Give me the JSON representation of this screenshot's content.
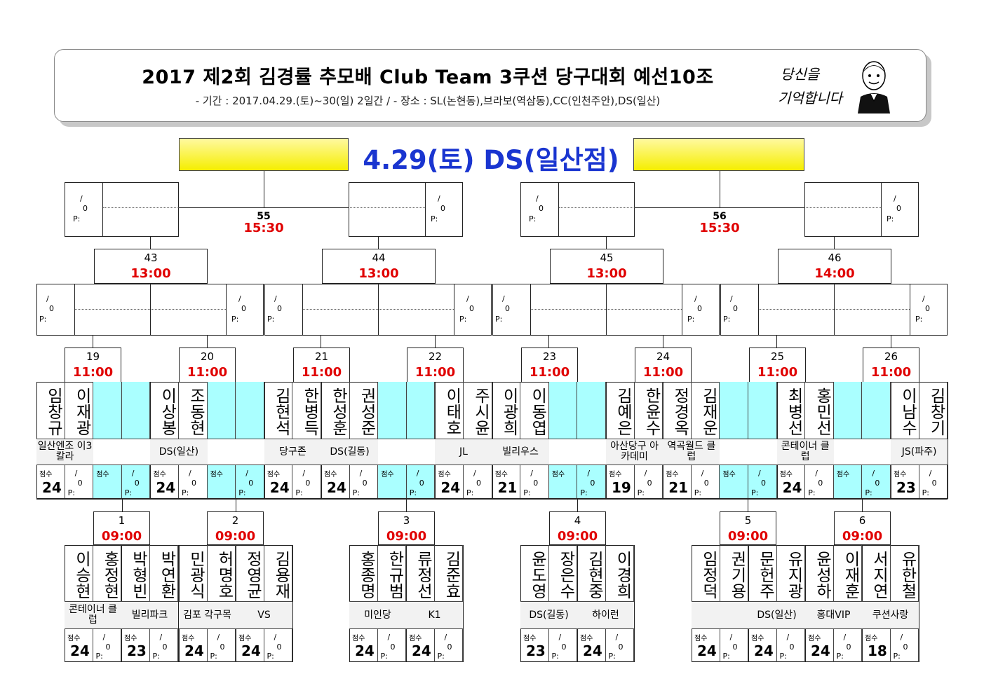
{
  "header": {
    "title": "2017 제2회 김경률 추모배 Club Team 3쿠션 당구대회 예선10조",
    "subtitle": "- 기간 : 2017.04.29.(토)~30(일) 2일간 / - 장소 : SL(논현동),브라보(역삼동),CC(인천주안),DS(일산)",
    "logo_lines": [
      "당신을",
      "기억합니다"
    ],
    "logo_icon": "portrait-caricature"
  },
  "banner": "4.29(토)  DS(일산점)",
  "labels": {
    "score": "점수",
    "slash": "/",
    "zero": "0",
    "p": "P:"
  },
  "colors": {
    "accent_red": "#e00000",
    "banner_blue": "#1a35d0",
    "cyan": "#aaffff",
    "yellow": "#f5ee00"
  },
  "round4": [
    {
      "num": "55",
      "time": "15:30"
    },
    {
      "num": "56",
      "time": "15:30"
    }
  ],
  "round3": [
    {
      "num": "43",
      "time": "13:00"
    },
    {
      "num": "44",
      "time": "13:00"
    },
    {
      "num": "45",
      "time": "13:00"
    },
    {
      "num": "46",
      "time": "14:00"
    }
  ],
  "round2": [
    {
      "num": "19",
      "time": "11:00"
    },
    {
      "num": "20",
      "time": "11:00"
    },
    {
      "num": "21",
      "time": "11:00"
    },
    {
      "num": "22",
      "time": "11:00"
    },
    {
      "num": "23",
      "time": "11:00"
    },
    {
      "num": "24",
      "time": "11:00"
    },
    {
      "num": "25",
      "time": "11:00"
    },
    {
      "num": "26",
      "time": "11:00"
    }
  ],
  "round2_teams": [
    {
      "names": [
        "임창규",
        "이재광"
      ],
      "club": "일산엔조 이3칼라",
      "score": "24",
      "cyan": false
    },
    {
      "names": [
        "",
        ""
      ],
      "club": "",
      "score": "",
      "cyan": true
    },
    {
      "names": [
        "이상봉",
        "조동현"
      ],
      "club": "DS(일산)",
      "score": "24",
      "cyan": false
    },
    {
      "names": [
        "",
        ""
      ],
      "club": "",
      "score": "",
      "cyan": true
    },
    {
      "names": [
        "김현석",
        "한병득"
      ],
      "club": "당구존",
      "score": "24",
      "cyan": false
    },
    {
      "names": [
        "한성훈",
        "권성준"
      ],
      "club": "DS(길동)",
      "score": "24",
      "cyan": false
    },
    {
      "names": [
        "",
        ""
      ],
      "club": "",
      "score": "",
      "cyan": true
    },
    {
      "names": [
        "이태호",
        "주시윤"
      ],
      "club": "JL",
      "score": "24",
      "cyan": false
    },
    {
      "names": [
        "이광희",
        "이동엽"
      ],
      "club": "빌리우스",
      "score": "21",
      "cyan": false
    },
    {
      "names": [
        "",
        ""
      ],
      "club": "",
      "score": "",
      "cyan": true
    },
    {
      "names": [
        "김예은",
        "한윤수"
      ],
      "club": "아산당구 아카데미",
      "score": "19",
      "cyan": false
    },
    {
      "names": [
        "정경옥",
        "김재운"
      ],
      "club": "역곡월드 클럽",
      "score": "21",
      "cyan": false
    },
    {
      "names": [
        "",
        ""
      ],
      "club": "",
      "score": "",
      "cyan": true
    },
    {
      "names": [
        "최병선",
        "홍민선"
      ],
      "club": "콘테이너 클럽",
      "score": "24",
      "cyan": false
    },
    {
      "names": [
        "",
        ""
      ],
      "club": "",
      "score": "",
      "cyan": true
    },
    {
      "names": [
        "이남수",
        "김창기"
      ],
      "club": "JS(파주)",
      "score": "23",
      "cyan": false
    }
  ],
  "round1": [
    {
      "num": "1",
      "time": "09:00"
    },
    {
      "num": "2",
      "time": "09:00"
    },
    {
      "num": "3",
      "time": "09:00"
    },
    {
      "num": "4",
      "time": "09:00"
    },
    {
      "num": "5",
      "time": "09:00"
    },
    {
      "num": "6",
      "time": "09:00"
    }
  ],
  "round1_teams": [
    {
      "names": [
        "이승현",
        "홍정현"
      ],
      "club": "콘테이너 클럽",
      "score": "24"
    },
    {
      "names": [
        "박형빈",
        "박연환"
      ],
      "club": "빌리파크",
      "score": "23"
    },
    {
      "names": [
        "민광식",
        "허명호"
      ],
      "club": "김포 각구목",
      "score": "24"
    },
    {
      "names": [
        "정영균",
        "김용재"
      ],
      "club": "VS",
      "score": "24"
    },
    {
      "names": [
        "홍종명",
        "한규범"
      ],
      "club": "미인당",
      "score": "24"
    },
    {
      "names": [
        "류정선",
        "김준효"
      ],
      "club": "K1",
      "score": "24"
    },
    {
      "names": [
        "윤도영",
        "장은수"
      ],
      "club": "DS(길동)",
      "score": "23"
    },
    {
      "names": [
        "김현중",
        "이경희"
      ],
      "club": "하이런",
      "score": "24"
    },
    {
      "names": [
        "임정덕",
        "권기용"
      ],
      "club": "",
      "score": "24"
    },
    {
      "names": [
        "문헌주",
        "유지광"
      ],
      "club": "DS(일산)",
      "score": "24"
    },
    {
      "names": [
        "윤성하",
        "이재훈"
      ],
      "club": "홍대VIP",
      "score": "24"
    },
    {
      "names": [
        "서지연",
        "유한철"
      ],
      "club": "쿠션사랑",
      "score": "18"
    }
  ]
}
